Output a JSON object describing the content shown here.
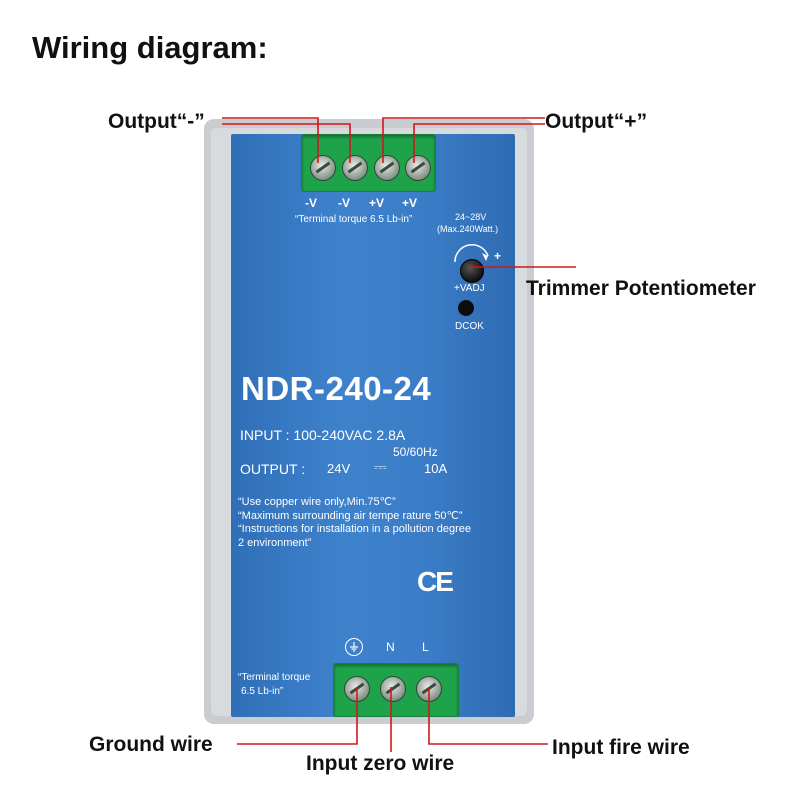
{
  "title": "Wiring diagram:",
  "callouts": {
    "output_minus": "Output“-”",
    "output_plus": "Output“+”",
    "trimmer": "Trimmer Potentiometer",
    "ground": "Ground wire",
    "zero": "Input zero wire",
    "fire": "Input fire wire"
  },
  "panel": {
    "top_pins": [
      "-V",
      "-V",
      "+V",
      "+V"
    ],
    "top_torque": "“Terminal torque 6.5 Lb-in”",
    "voltage_range": "24~28V",
    "max_watt": "(Max.240Watt.)",
    "plus_sign": "+",
    "vadj": "+VADJ",
    "dcok": "DCOK",
    "model": "NDR-240-24",
    "input_line": "INPUT : 100-240VAC  2.8A",
    "freq": "50/60Hz",
    "output_label": "OUTPUT :",
    "output_volt": "24V",
    "dc_symbol": "⎓",
    "output_amp": "10A",
    "notes": [
      "“Use copper wire only,Min.75℃”",
      "“Maximum surrounding air tempe rature 50℃”",
      "“Instructions for installation in a pollution degree",
      " 2 environment”"
    ],
    "ce": "CE",
    "bottom_pins": [
      "N",
      "L"
    ],
    "bottom_torque_1": "“Terminal torque",
    "bottom_torque_2": " 6.5 Lb-in”"
  },
  "colors": {
    "panel_blue": "#3a7cc6",
    "terminal_green": "#1fa34a",
    "callout_red": "#d01818"
  }
}
